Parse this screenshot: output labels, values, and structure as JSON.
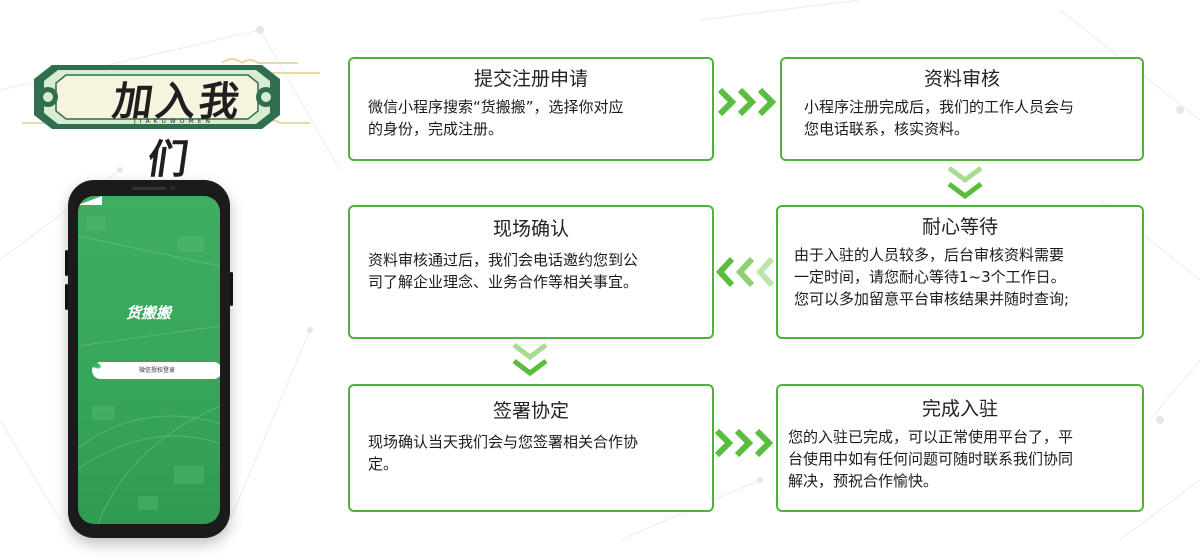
{
  "badge": {
    "title": "加入我们",
    "subtitle": "JIAKUWOMEN"
  },
  "phone": {
    "app_logo": "货搬搬",
    "wechat_button": "微信授权登录"
  },
  "steps": [
    {
      "title": "提交注册申请",
      "lines": [
        "微信小程序搜索“货搬搬”，选择你对应",
        "的身份，完成注册。"
      ]
    },
    {
      "title": "资料审核",
      "lines": [
        "小程序注册完成后，我们的工作人员会与",
        "您电话联系，核实资料。"
      ]
    },
    {
      "title": "现场确认",
      "lines": [
        "资料审核通过后，我们会电话邀约您到公",
        "司了解企业理念、业务合作等相关事宜。"
      ]
    },
    {
      "title": "耐心等待",
      "lines": [
        "由于入驻的人员较多，后台审核资料需要",
        "一定时间，请您耐心等待1~3个工作日。",
        "您可以多加留意平台审核结果并随时查询;"
      ]
    },
    {
      "title": "签署协定",
      "lines": [
        "现场确认当天我们会与您签署相关合作协",
        "定。"
      ]
    },
    {
      "title": "完成入驻",
      "lines": [
        "您的入驻已完成，可以正常使用平台了，平",
        "台使用中如有任何问题可随时联系我们协同",
        "解决，预祝合作愉快。"
      ]
    }
  ],
  "colors": {
    "accent_green": "#4fb33b",
    "badge_frame": "#2f6f4e",
    "screen_green": "#3fae61"
  },
  "icons": [
    "chevron-right-icon",
    "chevron-left-icon",
    "chevron-down-icon",
    "wechat-icon",
    "cloud-ornament-icon"
  ]
}
